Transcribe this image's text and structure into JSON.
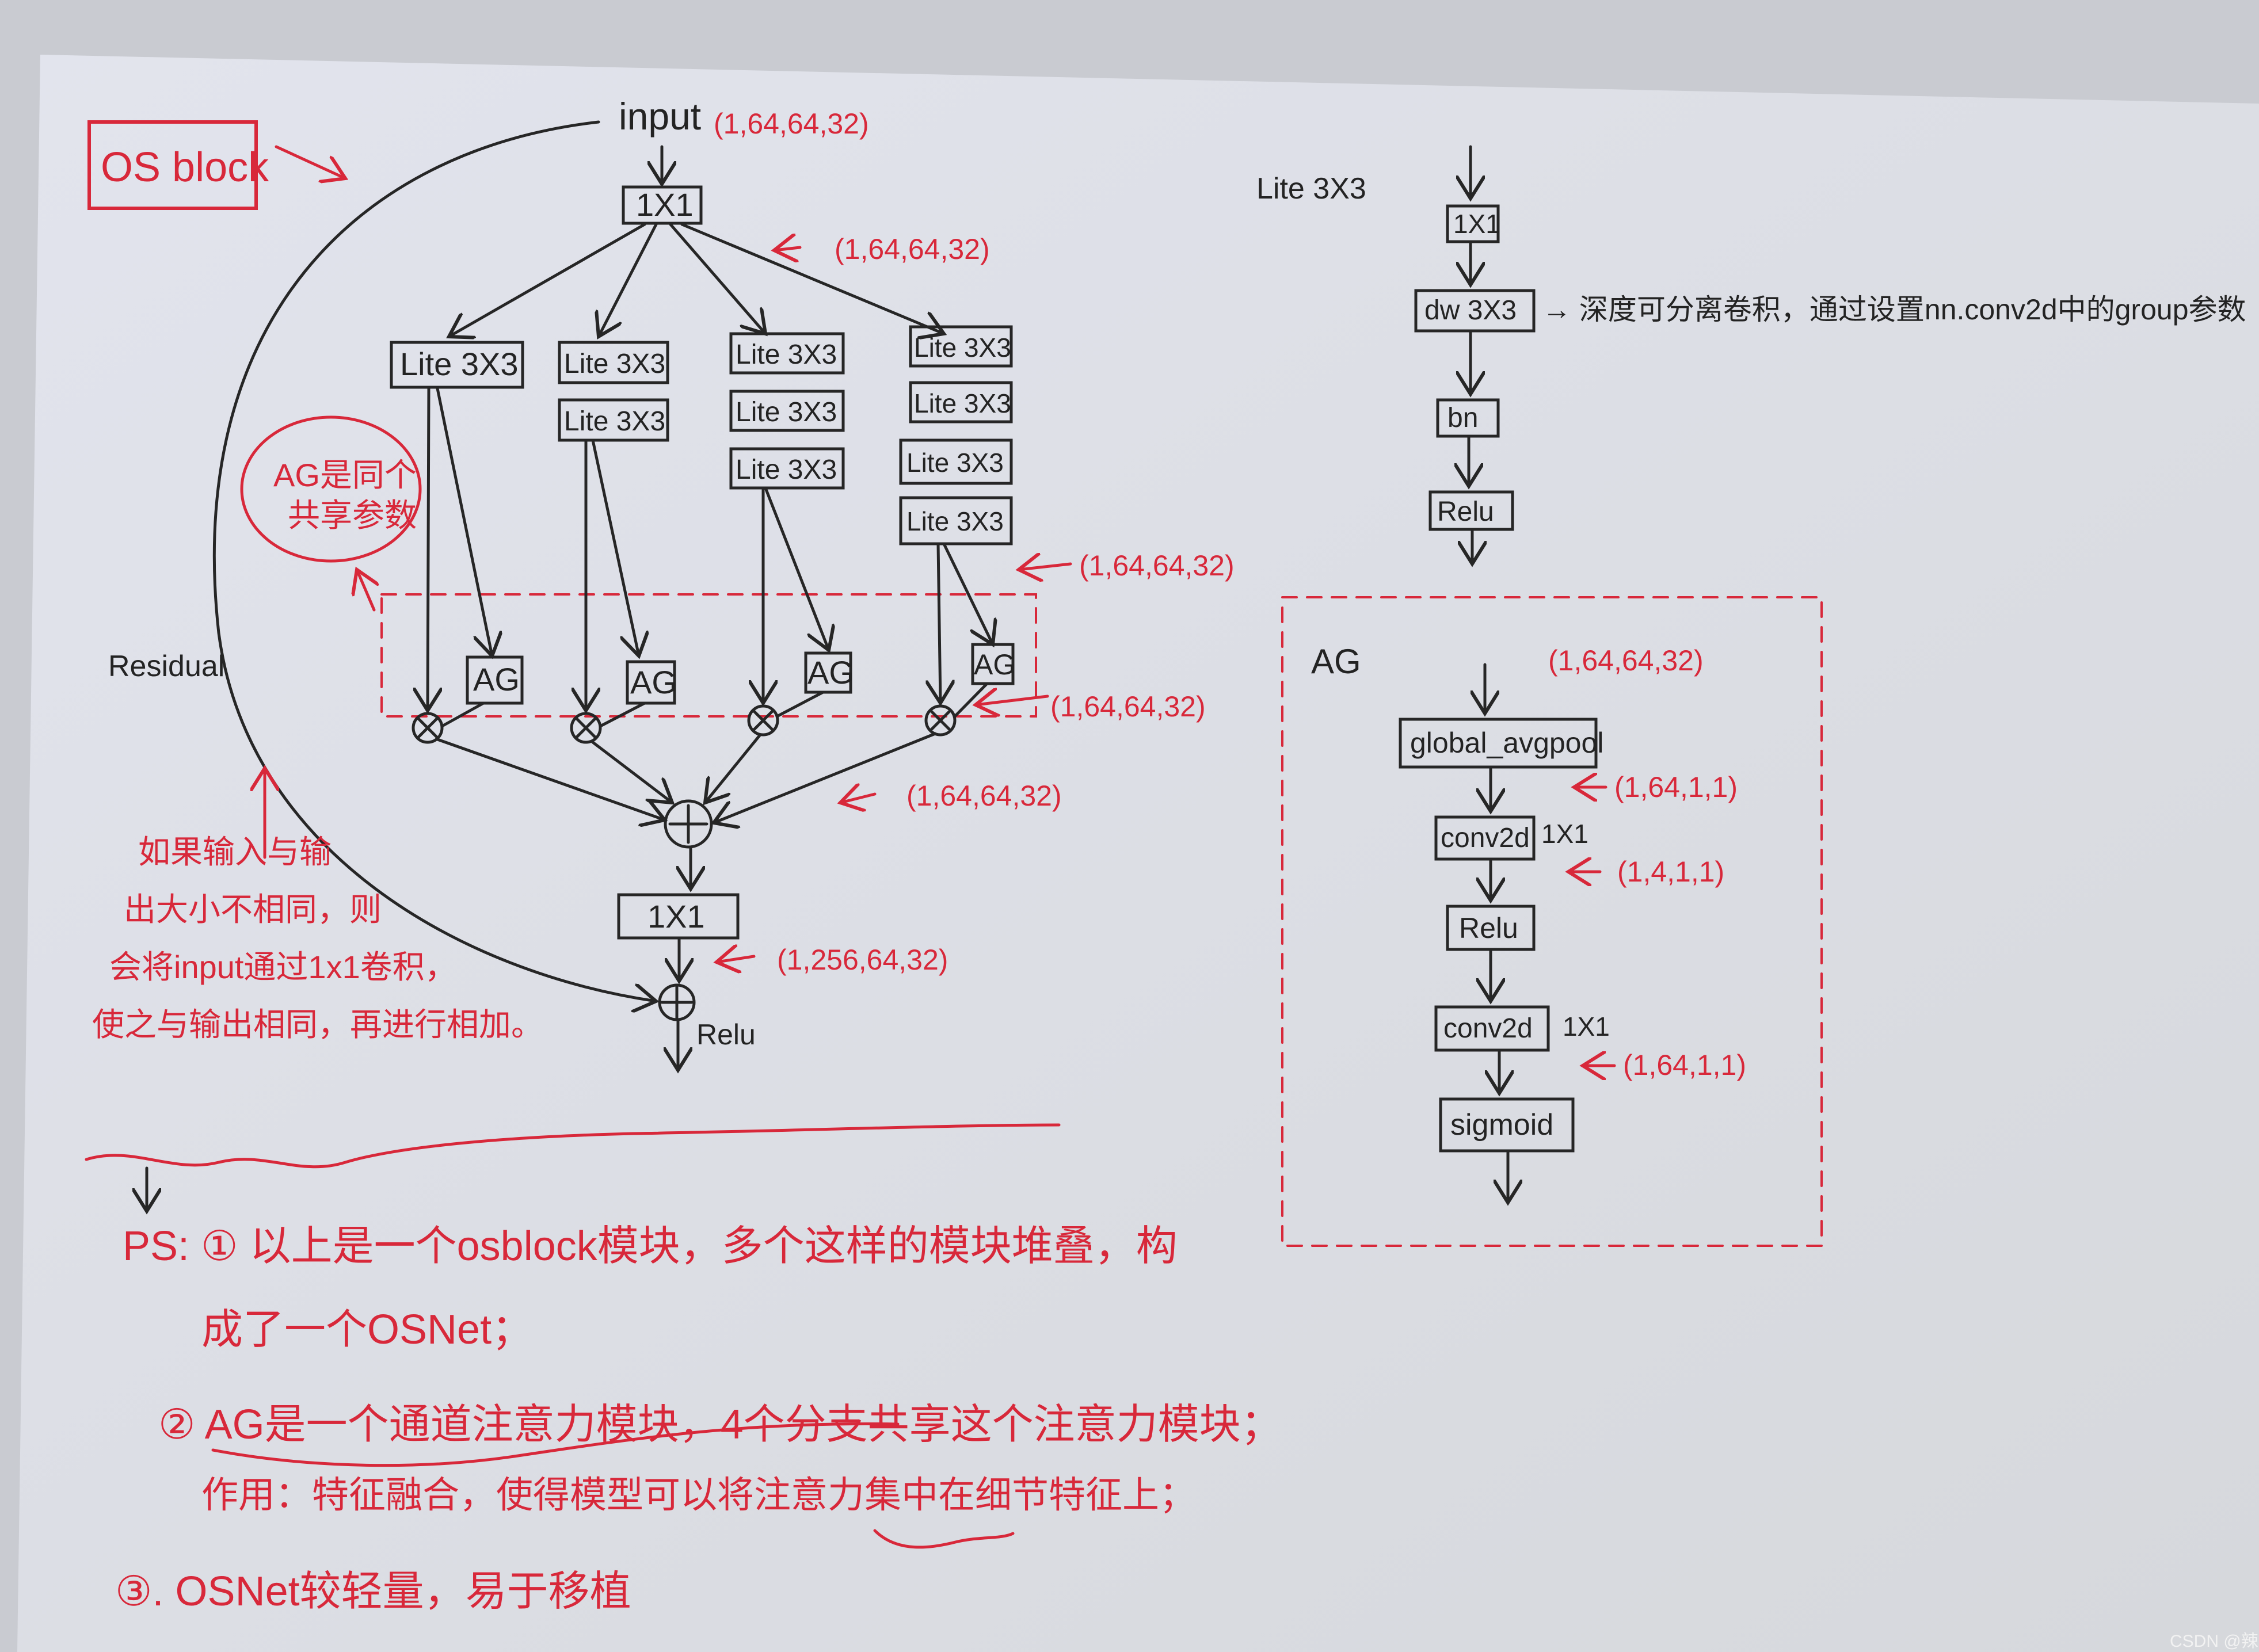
{
  "colors": {
    "paper": "#e4e6ee",
    "ink": "#262626",
    "red_ink": "#d8283a"
  },
  "osblock": {
    "title": "OS block",
    "input_label": "input",
    "input_shape": "(1,64,64,32)",
    "conv1_label": "1X1",
    "conv1_shape": "(1,64,64,32)",
    "lite_label": "Lite 3X3",
    "lite_shape": "(1,64,64,32)",
    "ag_label": "AG",
    "ag_out_shape": "(1,64,64,32)",
    "sum_shape": "(1,64,64,32)",
    "conv2_label": "1X1",
    "conv2_shape": "(1,256,64,32)",
    "relu_label": "Relu",
    "residual_label": "Residual",
    "ag_shared_note": [
      "AG是同个",
      "共享参数"
    ],
    "residual_note": [
      "如果输入与输",
      "出大小不相同，则",
      "会将input通过1x1卷积，",
      "使之与输出相同，再进行相加。"
    ]
  },
  "lite": {
    "title": "Lite 3X3",
    "steps": [
      "1X1",
      "dw 3X3",
      "bn",
      "Relu"
    ],
    "dw_note": "→ 深度可分离卷积，通过设置nn.conv2d中的group参数"
  },
  "ag": {
    "title": "AG",
    "input_shape": "(1,64,64,32)",
    "steps": [
      "global_avgpool",
      "conv2d",
      "Relu",
      "conv2d",
      "sigmoid"
    ],
    "kernel": "1X1",
    "shapes": [
      "(1,64,1,1)",
      "(1,4,1,1)",
      "(1,64,1,1)"
    ]
  },
  "notes": {
    "lines": [
      "PS: ① 以上是一个osblock模块，多个这样的模块堆叠，构",
      "成了一个OSNet；",
      "② AG是一个通道注意力模块，4个分支共享这个注意力模块；",
      "作用：特征融合，使得模型可以将注意力集中在细节特征上；",
      "③. OSNet较轻量，易于移植"
    ]
  },
  "watermark": "CSDN @辣大辣条"
}
